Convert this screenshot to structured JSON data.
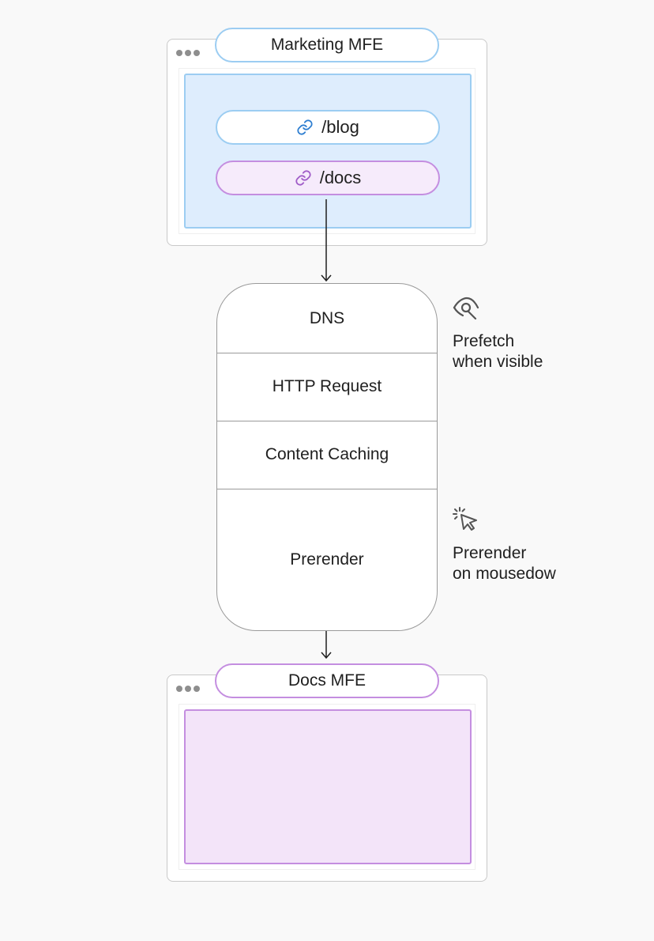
{
  "marketing_window": {
    "title": "Marketing MFE",
    "links": [
      {
        "label": "/blog",
        "icon": "link-icon",
        "color": "#2f7fd1"
      },
      {
        "label": "/docs",
        "icon": "link-icon",
        "color": "#a05dc8"
      }
    ]
  },
  "pipeline": {
    "stages": [
      "DNS",
      "HTTP Request",
      "Content Caching",
      "Prerender"
    ]
  },
  "annotations": {
    "prefetch": {
      "icon": "eye-icon",
      "line1": "Prefetch",
      "line2": "when visible"
    },
    "prerender": {
      "icon": "cursor-click-icon",
      "line1": "Prerender",
      "line2": "on mousedow"
    }
  },
  "docs_window": {
    "title": "Docs MFE"
  },
  "colors": {
    "blue_border": "#9ccdf2",
    "blue_fill": "#deedfd",
    "purple_border": "#c48ee0",
    "purple_fill": "#f3e4f9"
  }
}
